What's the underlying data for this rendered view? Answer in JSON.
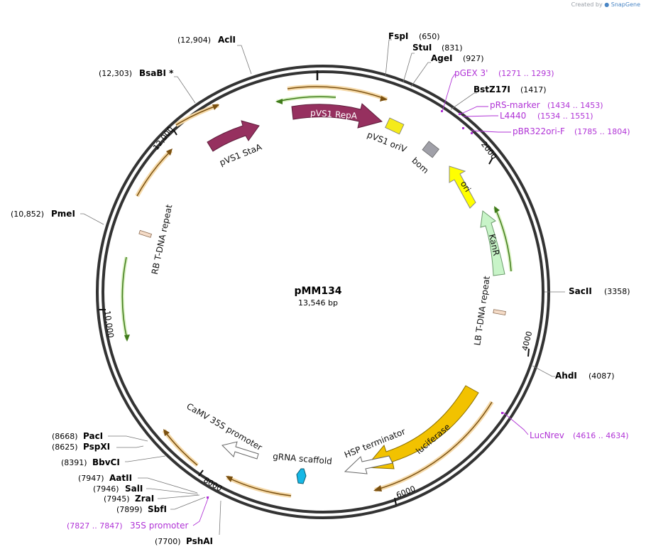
{
  "watermark": {
    "created_by": "Created by",
    "brand": "SnapGene"
  },
  "plasmid": {
    "name": "pMM134",
    "length_label": "13,546 bp",
    "length": 13546
  },
  "ticks": [
    {
      "bp": 2000,
      "label": "2000"
    },
    {
      "bp": 4000,
      "label": "4000"
    },
    {
      "bp": 6000,
      "label": "6000"
    },
    {
      "bp": 8000,
      "label": "8000"
    },
    {
      "bp": 10000,
      "label": "10,000"
    },
    {
      "bp": 12000,
      "label": "12,000"
    }
  ],
  "enzymes": [
    {
      "name": "AclI",
      "pos": "(12,904)",
      "bp": 12904
    },
    {
      "name": "BsaBI *",
      "pos": "(12,303)",
      "bp": 12303
    },
    {
      "name": "PmeI",
      "pos": "(10,852)",
      "bp": 10852
    },
    {
      "name": "FspI",
      "pos": "(650)",
      "bp": 650
    },
    {
      "name": "StuI",
      "pos": "(831)",
      "bp": 831
    },
    {
      "name": "AgeI",
      "pos": "(927)",
      "bp": 927
    },
    {
      "name": "BstZ17I",
      "pos": "(1417)",
      "bp": 1417
    },
    {
      "name": "SacII",
      "pos": "(3358)",
      "bp": 3358
    },
    {
      "name": "AhdI",
      "pos": "(4087)",
      "bp": 4087
    },
    {
      "name": "PacI",
      "pos": "(8668)",
      "bp": 8668
    },
    {
      "name": "PspXI",
      "pos": "(8625)",
      "bp": 8625
    },
    {
      "name": "BbvCI",
      "pos": "(8391)",
      "bp": 8391
    },
    {
      "name": "AatII",
      "pos": "(7947)",
      "bp": 7947
    },
    {
      "name": "SalI",
      "pos": "(7946)",
      "bp": 7946
    },
    {
      "name": "ZraI",
      "pos": "(7945)",
      "bp": 7945
    },
    {
      "name": "SbfI",
      "pos": "(7899)",
      "bp": 7899
    },
    {
      "name": "PshAI",
      "pos": "(7700)",
      "bp": 7700
    }
  ],
  "primers": [
    {
      "name": "pGEX 3'",
      "range": "(1271 .. 1293)",
      "bp": 1282
    },
    {
      "name": "pRS-marker",
      "range": "(1434 .. 1453)",
      "bp": 1443
    },
    {
      "name": "L4440",
      "range": "(1534 .. 1551)",
      "bp": 1542
    },
    {
      "name": "pBR322ori-F",
      "range": "(1785 .. 1804)",
      "bp": 1794
    },
    {
      "name": "LucNrev",
      "range": "(4616 .. 4634)",
      "bp": 4625
    },
    {
      "name": "35S promoter",
      "range": "(7827 .. 7847)",
      "bp": 7837
    }
  ],
  "features": [
    {
      "name": "pVS1 RepA",
      "color": "#96305f"
    },
    {
      "name": "pVS1 StaA",
      "color": "#96305f"
    },
    {
      "name": "pVS1 oriV",
      "color": "#f5eb1a"
    },
    {
      "name": "bom",
      "color": "#a0a0a8"
    },
    {
      "name": "ori",
      "color": "#ffff00"
    },
    {
      "name": "KanR",
      "color": "#c8f4c8"
    },
    {
      "name": "LB T-DNA repeat",
      "color": "#f5dcc8"
    },
    {
      "name": "RB T-DNA repeat",
      "color": "#f5dcc8"
    },
    {
      "name": "luciferase",
      "color": "#f2c200"
    },
    {
      "name": "HSP terminator",
      "color": "#ffffff"
    },
    {
      "name": "gRNA scaffold",
      "color": "#16b8e6"
    },
    {
      "name": "CaMV 35S promoter",
      "color": "#ffffff"
    }
  ],
  "colors": {
    "backbone": "#333333",
    "orf_orange": "#e8a830",
    "orf_green": "#5aa02c",
    "primer": "#b033d6"
  }
}
